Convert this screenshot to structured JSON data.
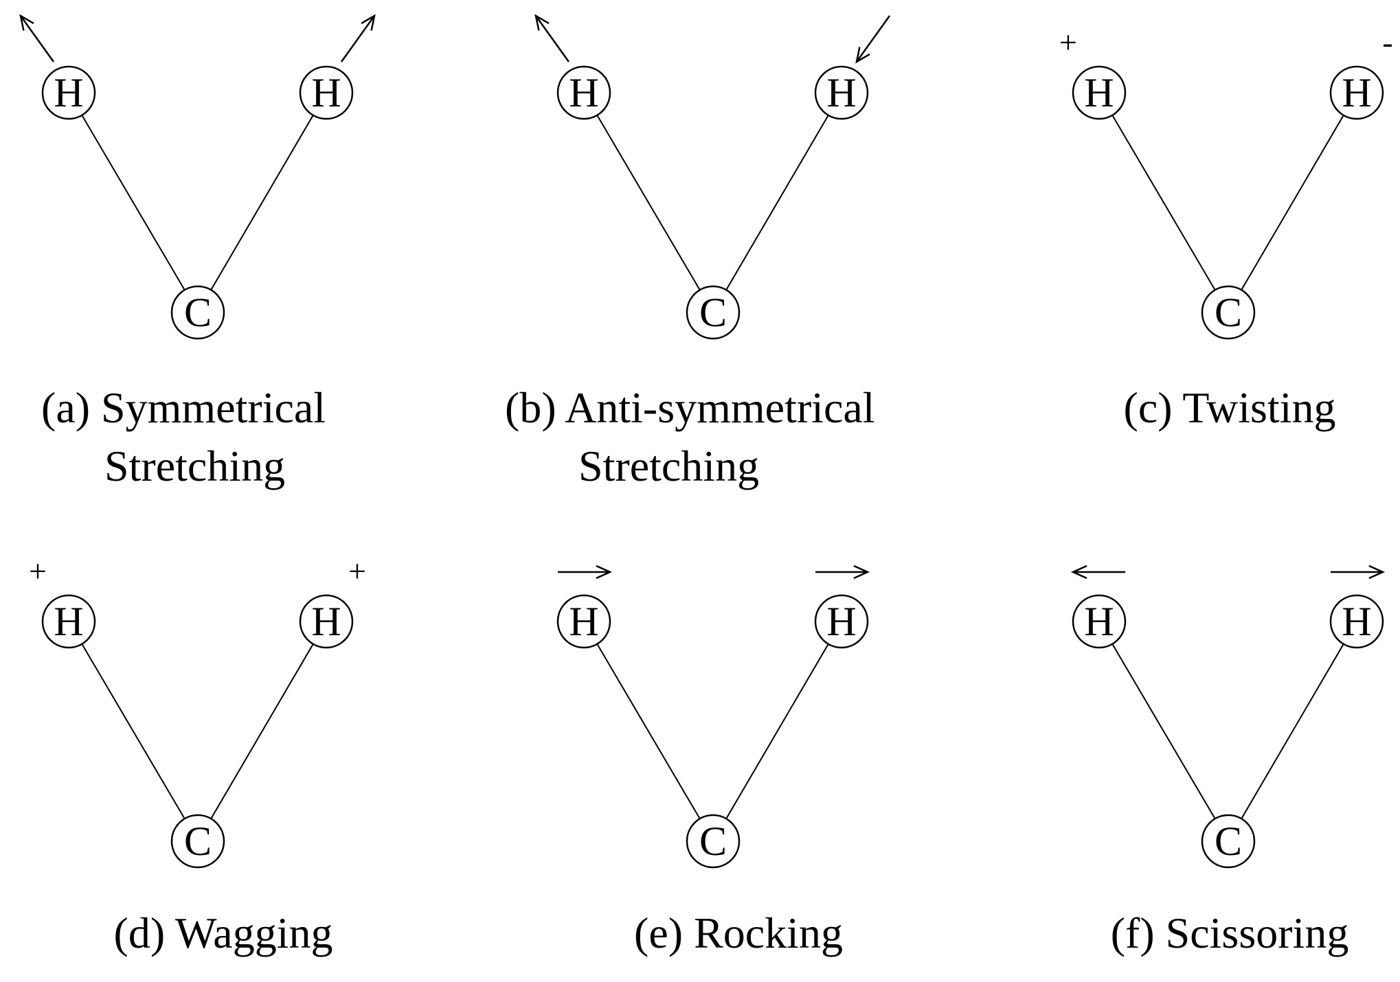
{
  "panels": [
    {
      "id": "a",
      "caption_lines": [
        "(a) Symmetrical",
        "Stretching"
      ],
      "atoms": {
        "left": "H",
        "right": "H",
        "center": "C"
      },
      "left_marker": {
        "kind": "arrow",
        "direction": "up-left"
      },
      "right_marker": {
        "kind": "arrow",
        "direction": "up-right"
      }
    },
    {
      "id": "b",
      "caption_lines": [
        "(b) Anti-symmetrical",
        "Stretching"
      ],
      "atoms": {
        "left": "H",
        "right": "H",
        "center": "C"
      },
      "left_marker": {
        "kind": "arrow",
        "direction": "up-left"
      },
      "right_marker": {
        "kind": "arrow",
        "direction": "down-left"
      }
    },
    {
      "id": "c",
      "caption_lines": [
        "(c) Twisting"
      ],
      "atoms": {
        "left": "H",
        "right": "H",
        "center": "C"
      },
      "left_marker": {
        "kind": "sign",
        "text": "+"
      },
      "right_marker": {
        "kind": "sign",
        "text": "-"
      }
    },
    {
      "id": "d",
      "caption_lines": [
        "(d) Wagging"
      ],
      "atoms": {
        "left": "H",
        "right": "H",
        "center": "C"
      },
      "left_marker": {
        "kind": "sign",
        "text": "+"
      },
      "right_marker": {
        "kind": "sign",
        "text": "+"
      }
    },
    {
      "id": "e",
      "caption_lines": [
        "(e) Rocking"
      ],
      "atoms": {
        "left": "H",
        "right": "H",
        "center": "C"
      },
      "left_marker": {
        "kind": "arrow",
        "direction": "right"
      },
      "right_marker": {
        "kind": "arrow",
        "direction": "right"
      }
    },
    {
      "id": "f",
      "caption_lines": [
        "(f) Scissoring"
      ],
      "atoms": {
        "left": "H",
        "right": "H",
        "center": "C"
      },
      "left_marker": {
        "kind": "arrow",
        "direction": "left"
      },
      "right_marker": {
        "kind": "arrow",
        "direction": "right"
      }
    }
  ]
}
